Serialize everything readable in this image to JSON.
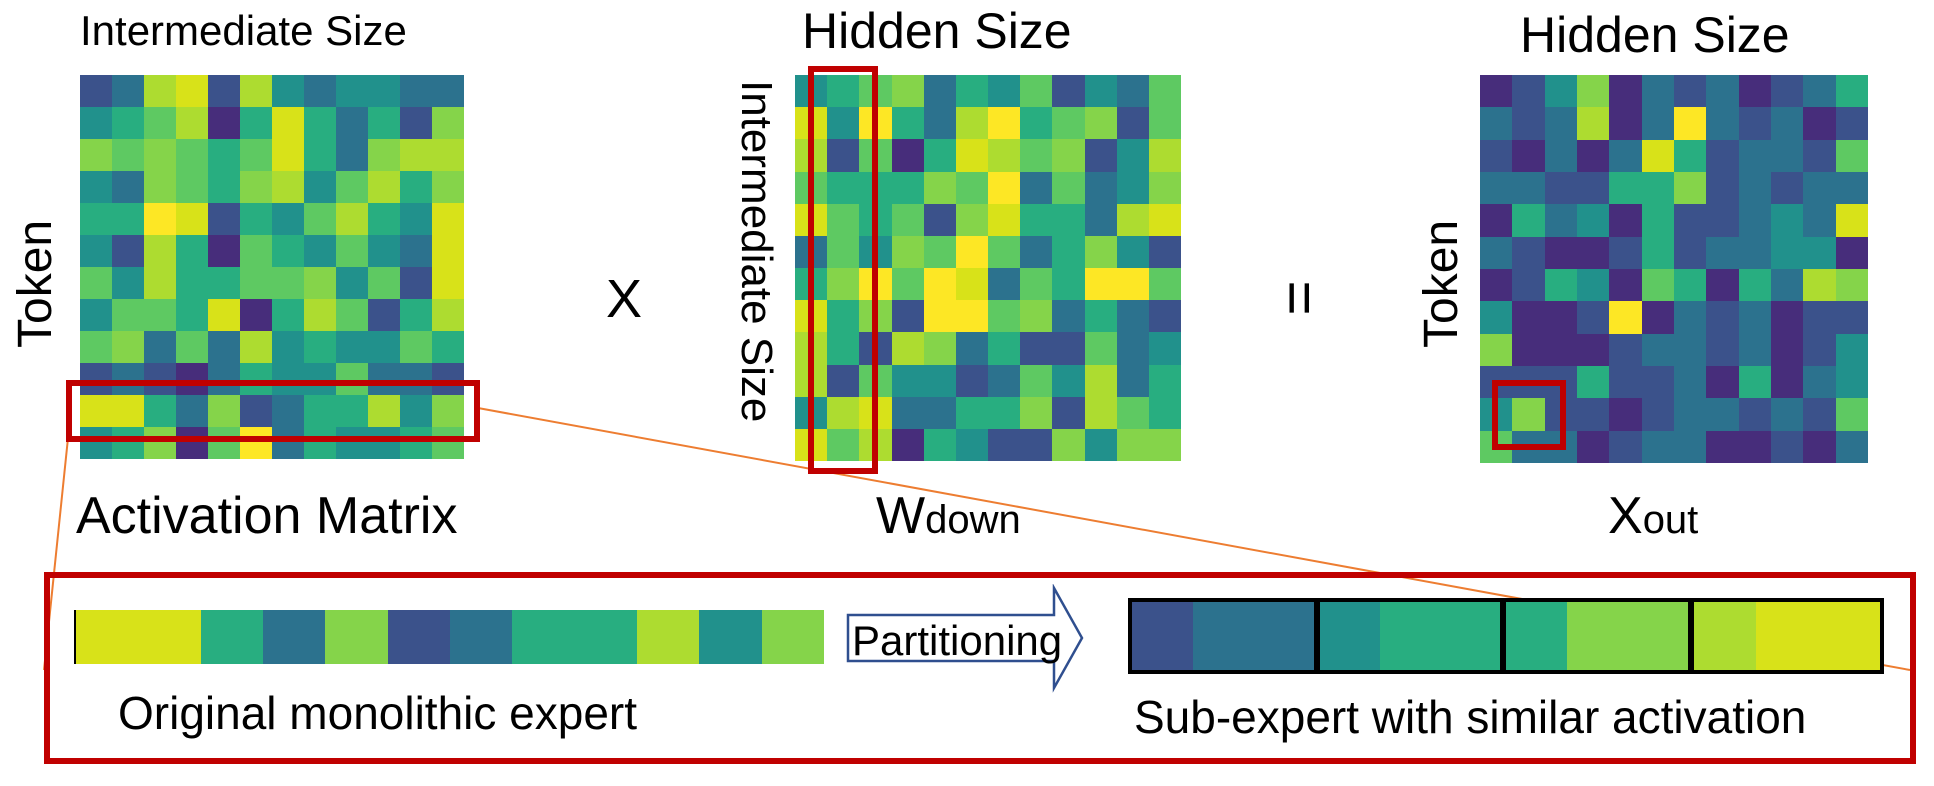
{
  "activation_matrix": {
    "top_label": "Intermediate Size",
    "side_label": "Token",
    "caption": "Activation Matrix",
    "rows": [
      [
        2,
        3,
        8,
        9,
        2,
        8,
        4,
        3,
        4,
        4,
        3,
        3
      ],
      [
        4,
        5,
        6,
        8,
        1,
        5,
        9,
        5,
        3,
        5,
        2,
        7
      ],
      [
        7,
        6,
        7,
        6,
        5,
        6,
        9,
        5,
        3,
        7,
        8,
        8
      ],
      [
        4,
        3,
        7,
        6,
        5,
        7,
        8,
        4,
        6,
        8,
        5,
        7
      ],
      [
        5,
        5,
        10,
        9,
        2,
        5,
        4,
        6,
        8,
        5,
        4,
        9
      ],
      [
        4,
        2,
        8,
        5,
        1,
        6,
        5,
        4,
        6,
        4,
        3,
        9
      ],
      [
        6,
        4,
        8,
        5,
        5,
        6,
        6,
        7,
        4,
        6,
        2,
        9
      ],
      [
        4,
        6,
        6,
        5,
        9,
        1,
        5,
        8,
        6,
        2,
        5,
        8
      ],
      [
        6,
        7,
        3,
        6,
        3,
        8,
        4,
        5,
        4,
        4,
        6,
        5
      ],
      [
        2,
        3,
        2,
        1,
        3,
        5,
        4,
        4,
        6,
        3,
        3,
        2
      ],
      [
        9,
        9,
        5,
        3,
        7,
        2,
        3,
        5,
        5,
        8,
        4,
        7
      ],
      [
        4,
        5,
        7,
        1,
        6,
        10,
        3,
        5,
        4,
        4,
        5,
        6
      ]
    ]
  },
  "operator_times": "X",
  "weight_matrix": {
    "top_label": "Hidden Size",
    "side_label": "Intermediate Size",
    "caption_main": "W",
    "caption_sub": "down",
    "rows": [
      [
        4,
        5,
        6,
        7,
        3,
        5,
        4,
        6,
        2,
        4,
        3,
        6
      ],
      [
        9,
        4,
        10,
        5,
        3,
        8,
        10,
        5,
        6,
        7,
        2,
        6
      ],
      [
        8,
        2,
        6,
        1,
        5,
        9,
        8,
        6,
        7,
        2,
        4,
        8
      ],
      [
        6,
        5,
        5,
        5,
        7,
        6,
        10,
        3,
        6,
        3,
        4,
        7
      ],
      [
        9,
        6,
        5,
        6,
        2,
        7,
        9,
        5,
        5,
        3,
        8,
        9
      ],
      [
        3,
        6,
        4,
        7,
        6,
        10,
        6,
        3,
        5,
        7,
        4,
        2
      ],
      [
        5,
        7,
        10,
        6,
        10,
        9,
        3,
        6,
        5,
        10,
        10,
        6
      ],
      [
        9,
        5,
        7,
        2,
        10,
        10,
        6,
        7,
        3,
        5,
        3,
        2
      ],
      [
        8,
        5,
        2,
        8,
        7,
        3,
        5,
        2,
        2,
        6,
        3,
        4
      ],
      [
        8,
        2,
        6,
        4,
        4,
        2,
        3,
        6,
        4,
        8,
        3,
        5
      ],
      [
        4,
        8,
        9,
        3,
        3,
        5,
        5,
        7,
        2,
        8,
        6,
        5
      ],
      [
        9,
        6,
        8,
        1,
        5,
        4,
        2,
        2,
        7,
        4,
        7,
        7
      ]
    ]
  },
  "operator_equals": "=",
  "output_matrix": {
    "top_label": "Hidden Size",
    "side_label": "Token",
    "caption_main": "X",
    "caption_sub": "out",
    "rows": [
      [
        1,
        2,
        4,
        7,
        1,
        3,
        2,
        3,
        1,
        2,
        3,
        5
      ],
      [
        3,
        2,
        3,
        8,
        1,
        3,
        10,
        3,
        2,
        3,
        1,
        2
      ],
      [
        2,
        1,
        3,
        1,
        3,
        9,
        5,
        2,
        3,
        3,
        2,
        6
      ],
      [
        3,
        3,
        2,
        2,
        5,
        5,
        7,
        2,
        3,
        2,
        3,
        3
      ],
      [
        1,
        5,
        3,
        4,
        1,
        5,
        2,
        2,
        3,
        4,
        3,
        9
      ],
      [
        3,
        2,
        1,
        1,
        2,
        5,
        2,
        3,
        3,
        4,
        4,
        1
      ],
      [
        1,
        2,
        5,
        4,
        1,
        6,
        5,
        1,
        5,
        3,
        8,
        7
      ],
      [
        4,
        1,
        1,
        2,
        10,
        1,
        3,
        2,
        3,
        1,
        2,
        2
      ],
      [
        7,
        1,
        1,
        1,
        2,
        3,
        3,
        2,
        3,
        1,
        2,
        4
      ],
      [
        2,
        2,
        2,
        5,
        2,
        2,
        3,
        1,
        5,
        1,
        3,
        4
      ],
      [
        4,
        7,
        2,
        2,
        1,
        2,
        3,
        3,
        2,
        3,
        2,
        6
      ],
      [
        6,
        3,
        3,
        1,
        2,
        3,
        3,
        1,
        1,
        2,
        1,
        3
      ]
    ]
  },
  "bottom_panel": {
    "original_label": "Original monolithic expert",
    "original_strip": [
      9,
      9,
      5,
      3,
      7,
      2,
      3,
      5,
      5,
      8,
      4,
      7
    ],
    "arrow_label": "Partitioning",
    "subexpert_label": "Sub-expert with similar activation",
    "subexpert_groups": [
      [
        2,
        3,
        3
      ],
      [
        4,
        5,
        5
      ],
      [
        5,
        7,
        7
      ],
      [
        8,
        9,
        9
      ]
    ]
  },
  "colors": {
    "highlight_red": "#c00000",
    "connector_orange": "#ed7d31",
    "arrow_blue": "#2f4f8f",
    "viridis": [
      "#440154",
      "#472d7b",
      "#3b528b",
      "#2c728e",
      "#21918c",
      "#28ae80",
      "#5ec962",
      "#85d44a",
      "#addc30",
      "#d8e219",
      "#fde725"
    ]
  }
}
